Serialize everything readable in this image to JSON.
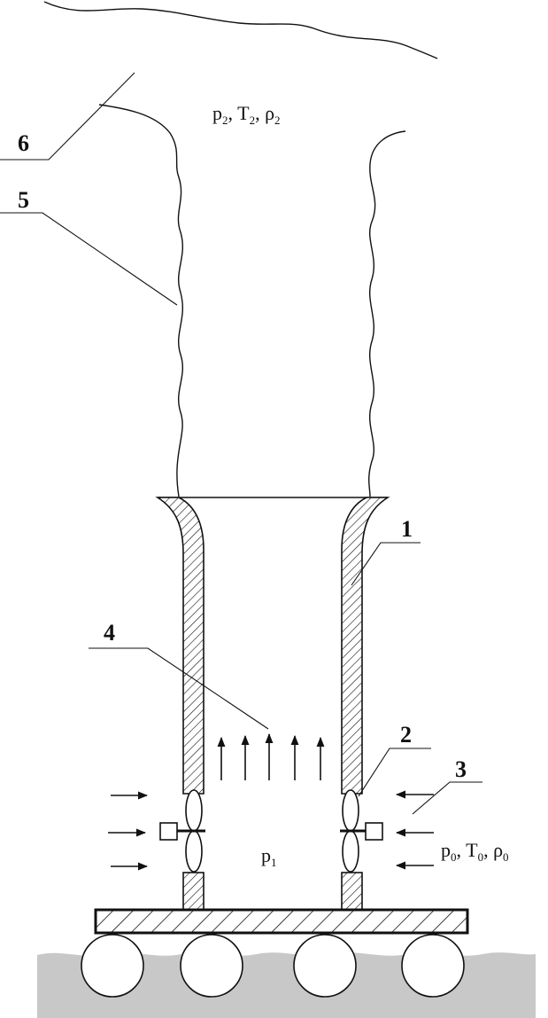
{
  "labels": {
    "l1": "1",
    "l2": "2",
    "l3": "3",
    "l4": "4",
    "l5": "5",
    "l6": "6"
  },
  "state_top": {
    "p": "p",
    "p_sub": "2",
    "sep1": ", ",
    "t": "T",
    "t_sub": "2",
    "sep2": ", ",
    "rho": "ρ",
    "rho_sub": "2"
  },
  "state_inner": {
    "p": "p",
    "p_sub": "1"
  },
  "state_ambient": {
    "p": "p",
    "p_sub": "0",
    "sep1": ", ",
    "t": "T",
    "t_sub": "0",
    "sep2": ", ",
    "rho": "ρ",
    "rho_sub": "0"
  },
  "colors": {
    "line": "#111111",
    "water": "#c8c8c8",
    "background": "#ffffff"
  }
}
